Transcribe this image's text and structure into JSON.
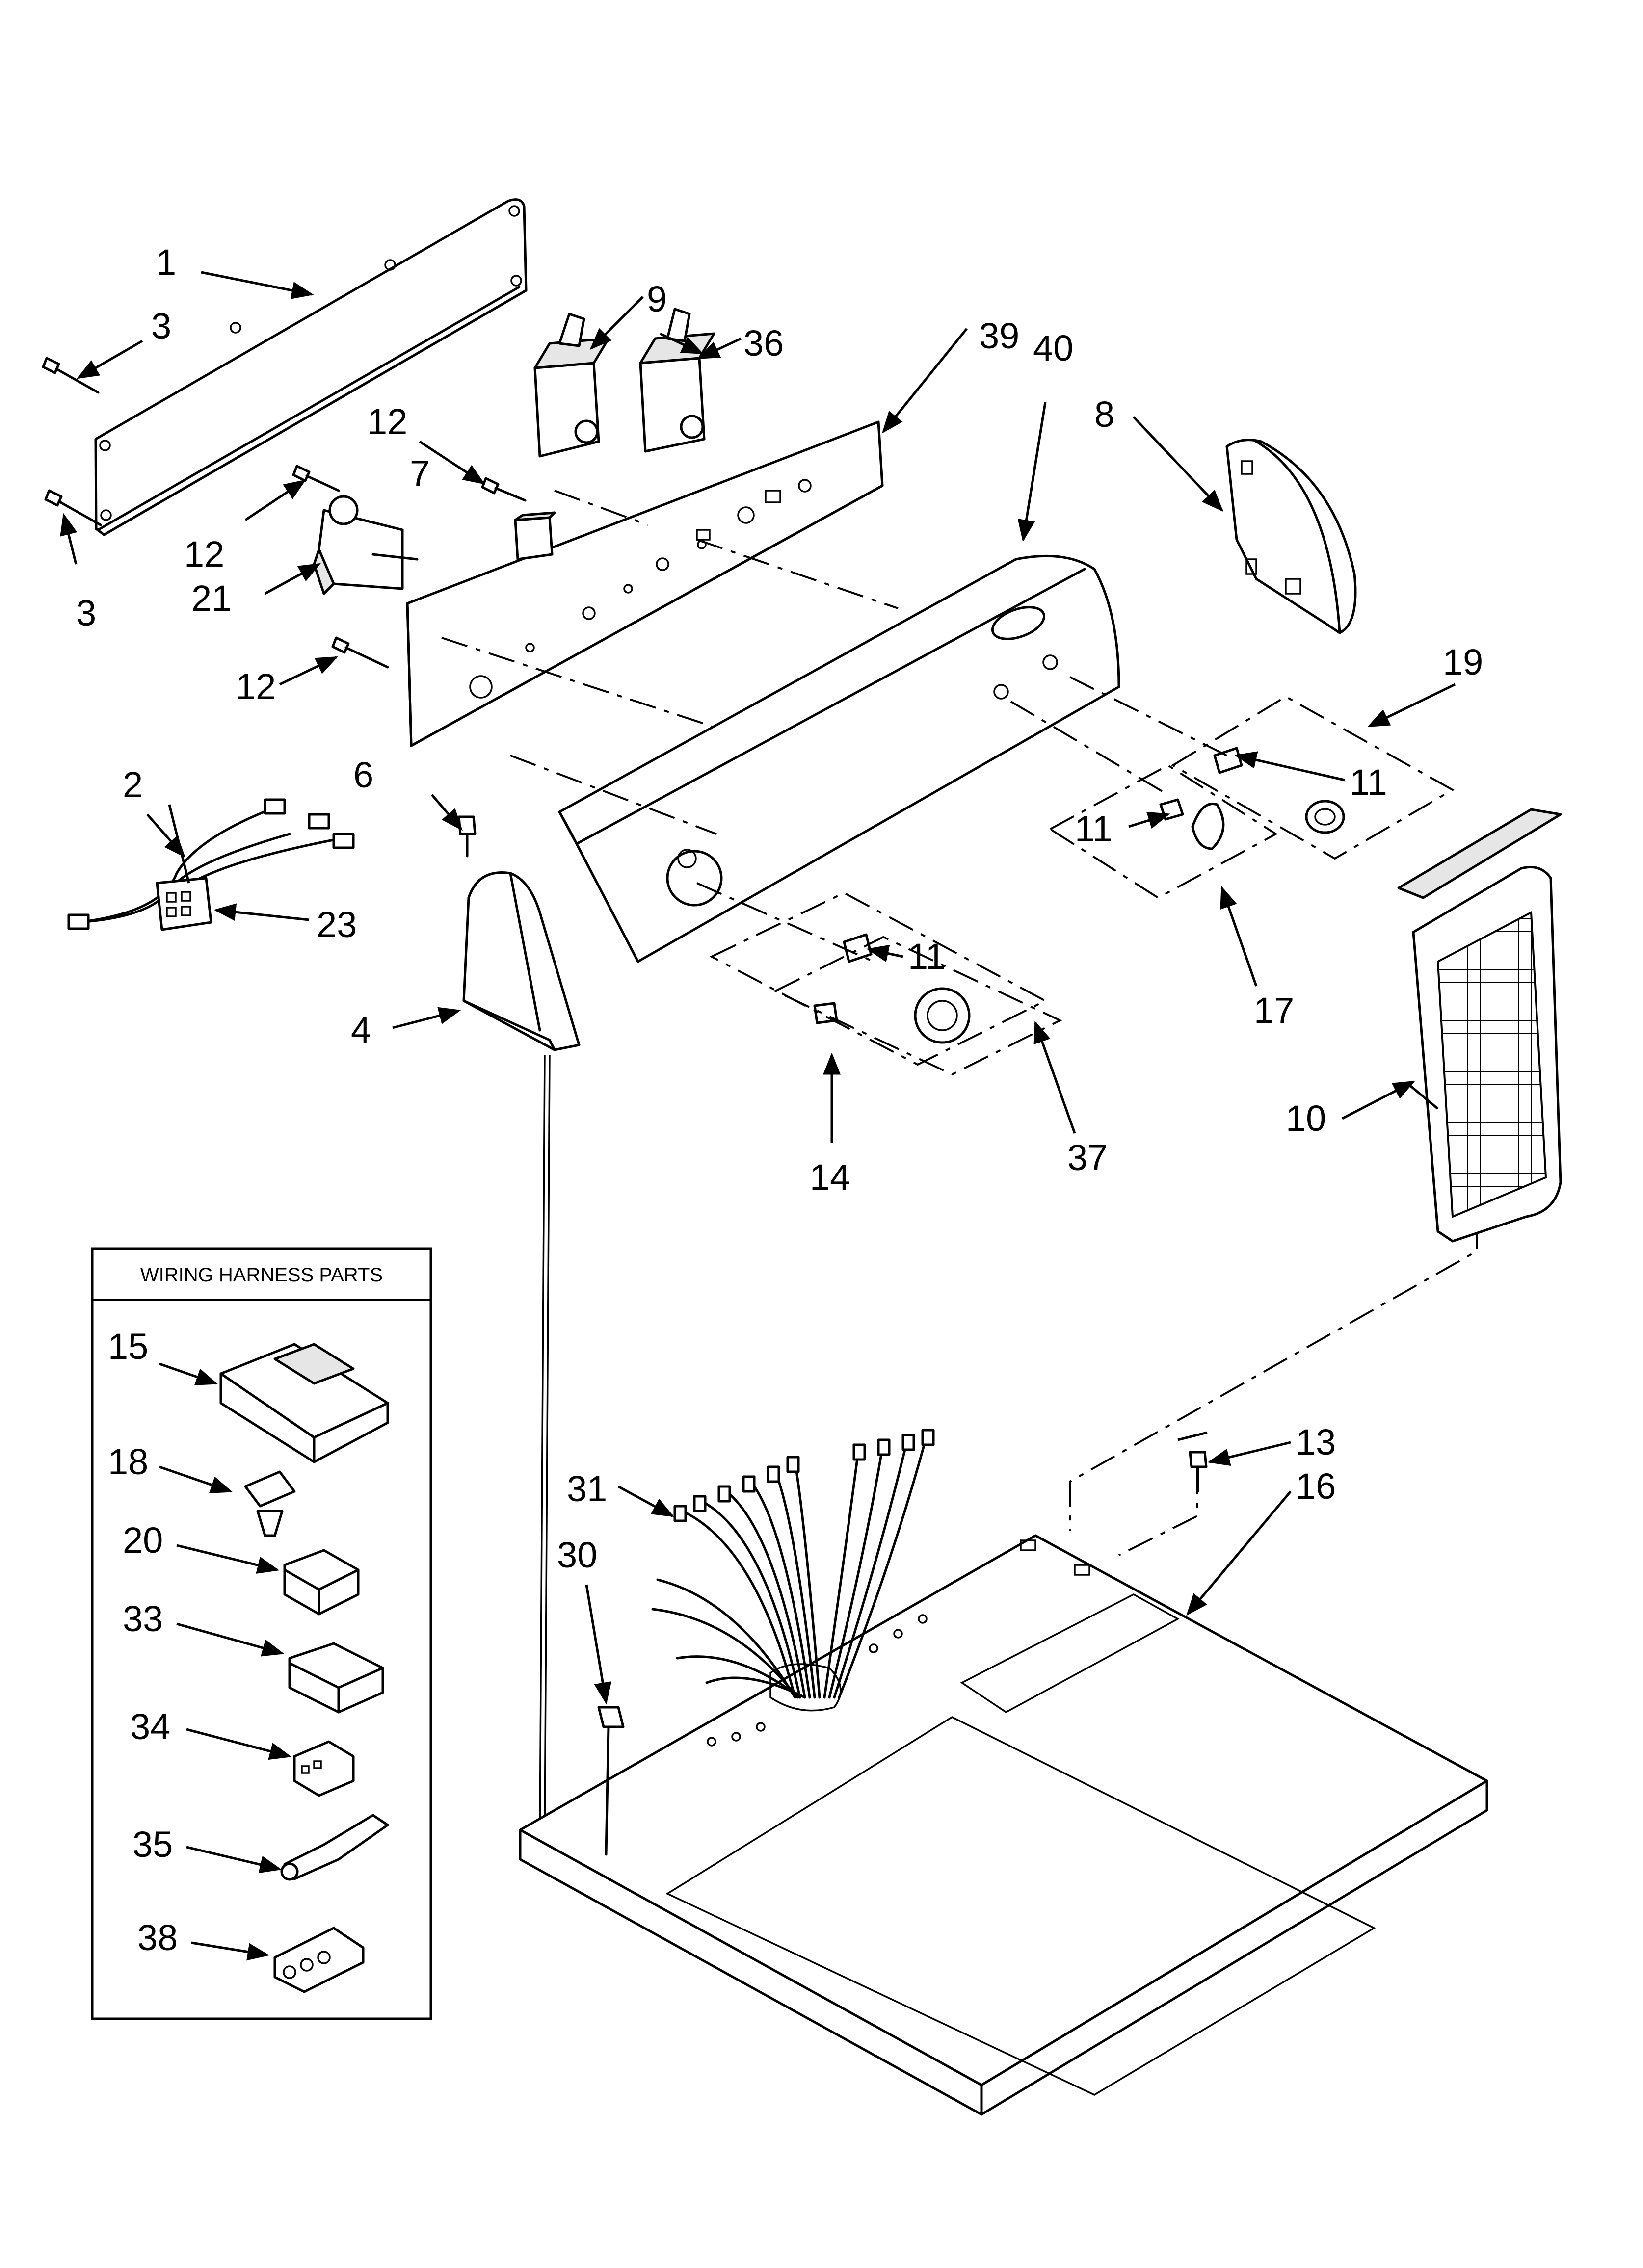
{
  "box_title": "WIRING HARNESS PARTS",
  "callouts": {
    "c1": "1",
    "c2": "2",
    "c3a": "3",
    "c3b": "3",
    "c4": "4",
    "c6": "6",
    "c7": "7",
    "c8": "8",
    "c9": "9",
    "c10": "10",
    "c11a": "11",
    "c11b": "11",
    "c11c": "11",
    "c12a": "12",
    "c12b": "12",
    "c12c": "12",
    "c13": "13",
    "c14": "14",
    "c15": "15",
    "c16": "16",
    "c17": "17",
    "c18": "18",
    "c19": "19",
    "c20": "20",
    "c21": "21",
    "c23": "23",
    "c30": "30",
    "c31": "31",
    "c33": "33",
    "c34": "34",
    "c35": "35",
    "c36": "36",
    "c37": "37",
    "c38": "38",
    "c39": "39",
    "c40": "40"
  }
}
